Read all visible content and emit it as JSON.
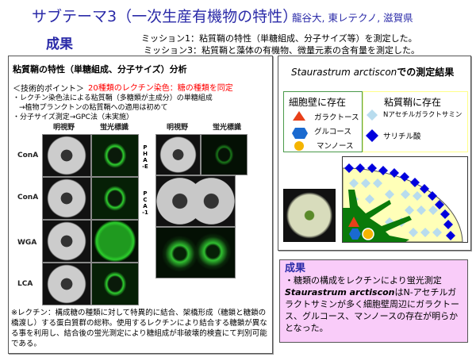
{
  "header": {
    "title": "サブテーマ3（一次生産有機物の特性）",
    "affiliations": "龍谷大, 東レテクノ, 滋賀県",
    "section": "成果",
    "missions": [
      "ミッション1：粘質鞘の特性（単糖組成、分子サイズ等）を測定した。",
      "ミッション3：粘質鞘と藻体の有機物、微量元素の含有量を測定した。"
    ]
  },
  "left_panel": {
    "heading": "粘質鞘の特性（単糖組成、分子サイズ）分析",
    "point_label": "＜技術的ポイント＞",
    "point_highlight": "20種類のレクチン染色：糖の種類を同定",
    "bullets": [
      "・レクチン染色法による粘質鞘（多糖類が主成分）の単糖組成",
      "→植物プランクトンの粘質鞘への適用は初めて",
      "・分子サイズ測定→GPC法（未実施）"
    ],
    "col_headers": [
      "明視野",
      "蛍光標識",
      "明視野",
      "蛍光標識"
    ],
    "row_labels": [
      "ConA",
      "ConA",
      "WGA",
      "LCA"
    ],
    "side_labels": [
      "PHA-E",
      "PCA-1"
    ],
    "note": "※レクチン：構成糖の種類に対して特異的に結合、架橋形成（糖鎖と糖鎖の橋渡し）する蛋白質群の総称。使用するレクチンにより結合する糖鎖が異なる事を利用し、結合後の蛍光測定により糖組成が非破壊的検査にて判別可能である。"
  },
  "right_panel": {
    "title_species": "Staurastrum arctiscon",
    "title_suffix": "での測定結果",
    "cell_wall": {
      "title": "細胞壁に存在",
      "items": [
        "ガラクトース",
        "グルコース",
        "マンノース"
      ]
    },
    "sheath": {
      "title": "粘質鞘に存在",
      "items": [
        "Nアセチルガラクトサミン",
        "サリチル酸"
      ]
    },
    "colors": {
      "galactose": "#e8401a",
      "glucose": "#1a6ad0",
      "mannose": "#f4b400",
      "nacetyl": "#b8dcee",
      "salicylic": "#0000dd",
      "sheath": "#ffffb8",
      "cell": "#0a7a0a"
    }
  },
  "result": {
    "title": "成果",
    "line1": "・糖類の構成をレクチンにより蛍光測定",
    "species": "Staurastrum arctiscon",
    "rest": "はN-アセチルガラクトサミンが多く細胞壁周辺にガラクトース、グルコース、マンノースの存在が明らかとなった。"
  }
}
